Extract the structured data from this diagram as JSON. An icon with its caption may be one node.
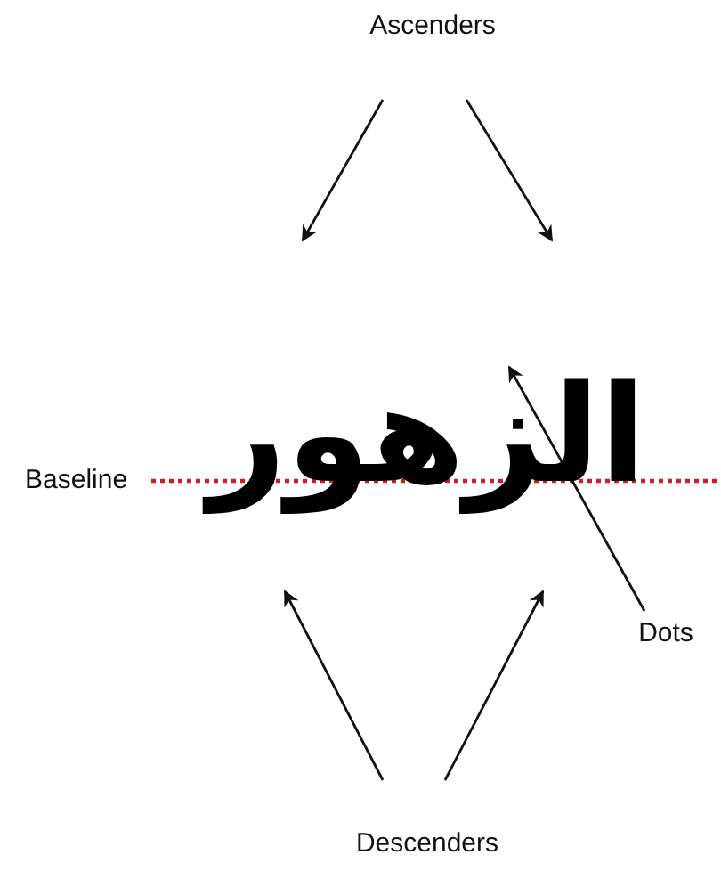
{
  "diagram": {
    "nodes": [
      {
        "text": [
          "Ascenders"
        ]
      },
      {
        "text": [
          "الزهور"
        ]
      },
      {
        "text": [
          "Dots"
        ]
      },
      {
        "text": [
          "Descenders"
        ]
      }
    ],
    "edges": [
      {
        "from": 0,
        "to": 1,
        "arrow": "to"
      },
      {
        "from": 0,
        "to": 1,
        "arrow": "to"
      },
      {
        "from": 2,
        "to": 1,
        "arrow": "to"
      },
      {
        "from": 3,
        "to": 1,
        "arrow": "to"
      },
      {
        "from": 3,
        "to": 1,
        "arrow": "to"
      }
    ],
    "labels": [
      "Baseline"
    ]
  }
}
